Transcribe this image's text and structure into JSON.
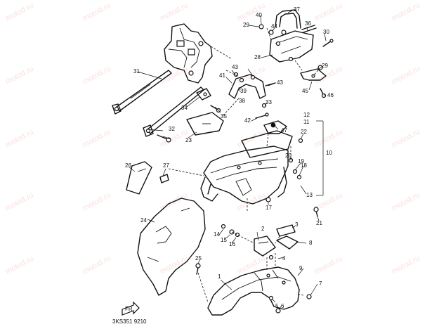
{
  "watermark": "motod.ru",
  "diagram_code": "3KS351 9210",
  "fr_arrow": "FR",
  "callouts": {
    "c1": "1",
    "c2": "2",
    "c3": "3",
    "c4": "4",
    "c5": "5",
    "c6": "6",
    "c7": "7",
    "c8": "8",
    "c9": "9",
    "c10": "10",
    "c11": "11",
    "c12": "12",
    "c13": "13",
    "c14": "14",
    "c15": "15",
    "c16": "16",
    "c17": "17",
    "c18": "18",
    "c19": "19",
    "c20": "20",
    "c21": "21",
    "c22": "22",
    "c23": "23",
    "c24": "24",
    "c25": "25",
    "c26": "26",
    "c27": "27",
    "c28": "28",
    "c29a": "29",
    "c29b": "29",
    "c30": "30",
    "c31": "31",
    "c32": "32",
    "c33": "33",
    "c34": "34",
    "c35": "35",
    "c36": "36",
    "c37": "37",
    "c38": "38",
    "c39": "39",
    "c40": "40",
    "c41": "41",
    "c42": "42",
    "c43a": "43",
    "c43b": "43",
    "c44": "44",
    "c45": "45",
    "c46": "46",
    "c47": "47"
  }
}
